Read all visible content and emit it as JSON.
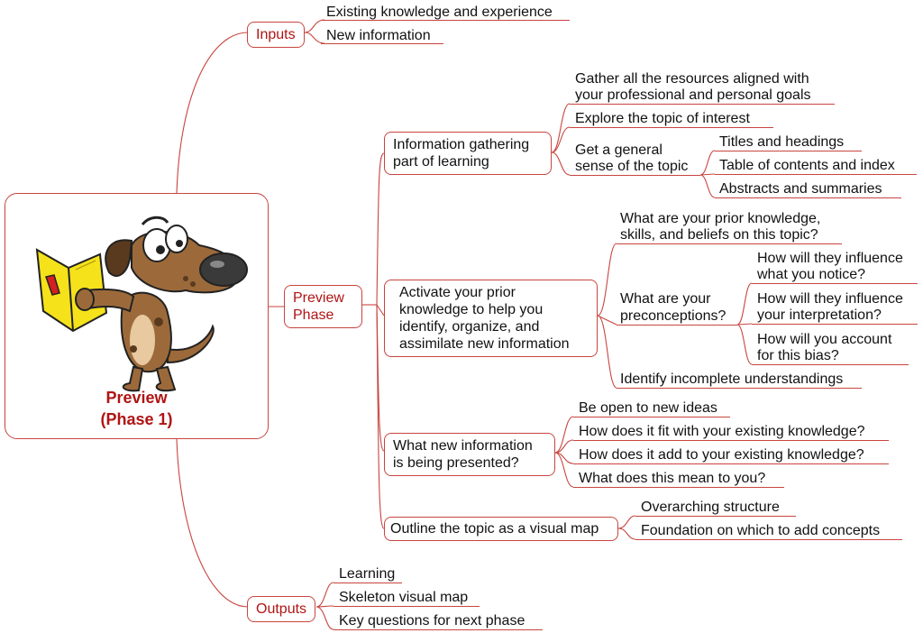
{
  "colors": {
    "connector": "#c8453f",
    "label_red": "#b01414",
    "book": "#f5e21a",
    "dog": "#9c6a3a"
  },
  "central": {
    "title_line1": "Preview",
    "title_line2": "(Phase 1)"
  },
  "inputs": {
    "label": "Inputs",
    "items": [
      "Existing knowledge and experience",
      "New information"
    ]
  },
  "preview_phase": {
    "line1": "Preview",
    "line2": "Phase"
  },
  "info_gathering": {
    "line1": "Information gathering",
    "line2": "part of learning",
    "gather_line1": "Gather all the resources aligned with",
    "gather_line2": "your professional and personal goals",
    "explore": "Explore the topic of interest",
    "general_line1": "Get a general",
    "general_line2": "sense of the topic",
    "general_items": [
      "Titles and headings",
      "Table of contents and index",
      "Abstracts and summaries"
    ]
  },
  "activate": {
    "line1": "Activate your prior",
    "line2": "knowledge to help you",
    "line3": "identify, organize, and",
    "line4": "assimilate new information",
    "prior_line1": "What are your prior knowledge,",
    "prior_line2": "skills, and beliefs on this topic?",
    "precon_line1": "What are your",
    "precon_line2": "preconceptions?",
    "precon_items": [
      {
        "l1": "How will they influence",
        "l2": "what you notice?"
      },
      {
        "l1": "How will they influence",
        "l2": "your interpretation?"
      },
      {
        "l1": "How will you account",
        "l2": "for this bias?"
      }
    ],
    "incomplete": "Identify incomplete understandings"
  },
  "new_info": {
    "line1": "What new information",
    "line2": "is being presented?",
    "items": [
      "Be open to new ideas",
      "How does it fit with your existing knowledge?",
      "How does it add to your existing knowledge?",
      "What does this mean to you?"
    ]
  },
  "outline": {
    "label": "Outline the topic as a visual map",
    "items": [
      "Overarching structure",
      "Foundation on which to add concepts"
    ]
  },
  "outputs": {
    "label": "Outputs",
    "items": [
      "Learning",
      "Skeleton visual map",
      "Key questions for next phase"
    ]
  }
}
